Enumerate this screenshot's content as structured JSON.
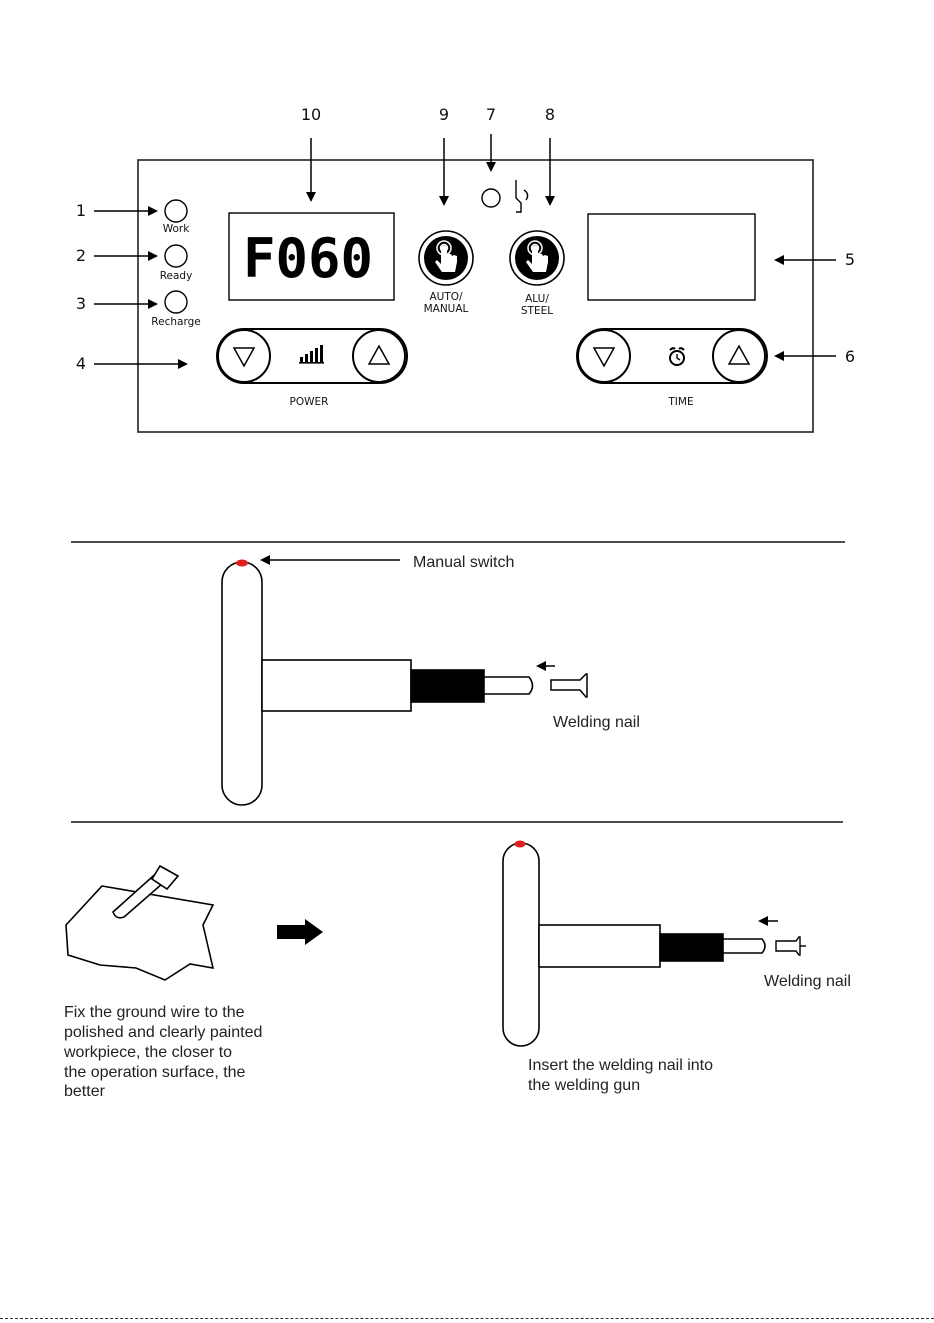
{
  "panel": {
    "callouts": [
      "1",
      "2",
      "3",
      "4",
      "5",
      "6",
      "7",
      "8",
      "9",
      "10"
    ],
    "indicators": {
      "work": "Work",
      "ready": "Ready",
      "recharge": "Recharge"
    },
    "display_left": "F060",
    "buttons": {
      "auto_manual_line1": "AUTO/",
      "auto_manual_line2": "MANUAL",
      "alu_steel_line1": "ALU/",
      "alu_steel_line2": "STEEL"
    },
    "power_label": "POWER",
    "time_label": "TIME",
    "icons": {
      "power": "signal-bars-icon",
      "time": "alarm-clock-icon",
      "hand": "hand-press-icon",
      "decrease": "triangle-down-icon",
      "increase": "triangle-up-icon",
      "ground": "ground-clamp-icon"
    }
  },
  "gun_section": {
    "manual_switch": "Manual switch",
    "welding_nail": "Welding nail",
    "accent_color": "#e02020"
  },
  "steps": {
    "step1_lines": [
      "Fix the ground wire to the",
      "polished and clearly painted",
      "workpiece, the closer to",
      "the operation surface, the",
      "better"
    ],
    "step2_label": "Welding nail",
    "step2_lines": [
      "Insert the welding nail into",
      "the welding gun"
    ]
  }
}
